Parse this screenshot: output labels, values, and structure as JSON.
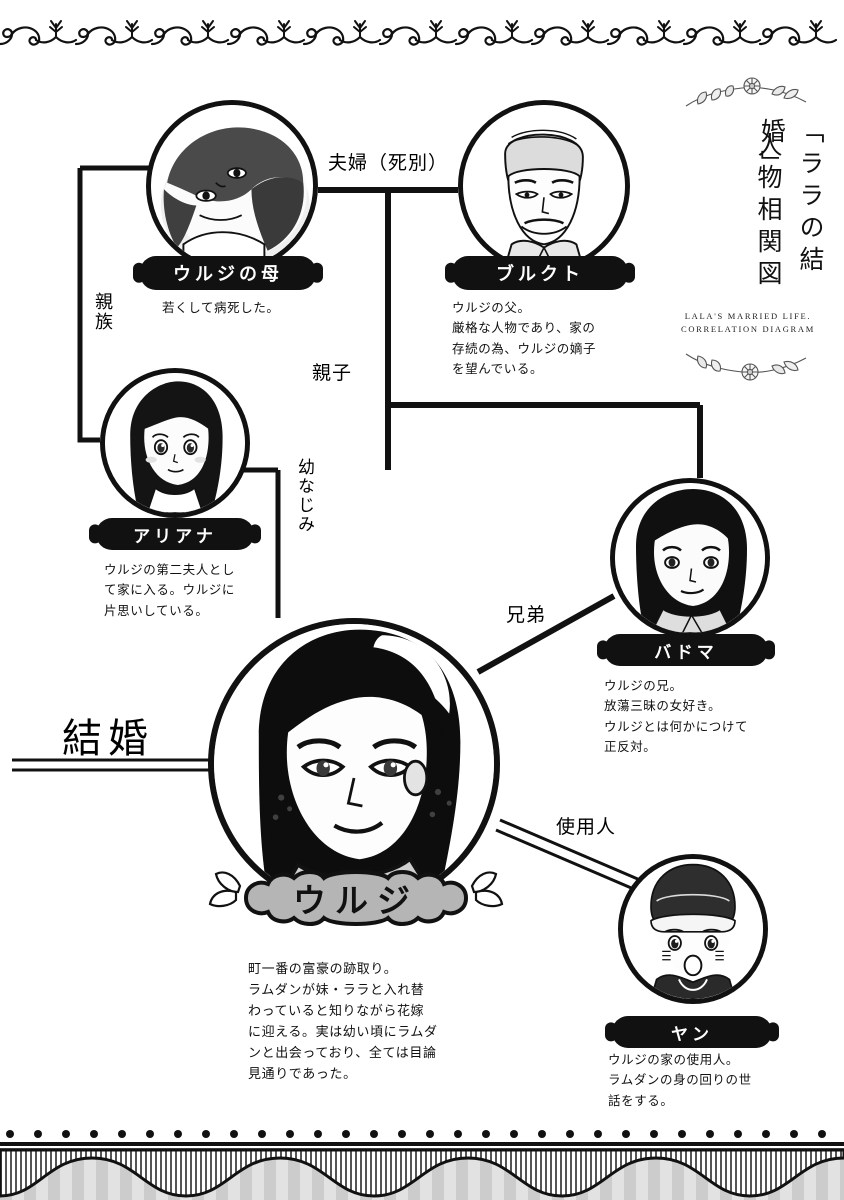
{
  "page": {
    "title_main_line1": "「ララの結婚」",
    "title_main_line2": "人物相関図",
    "title_sub": "LALA'S MARRIED LIFE.\nCORRELATION DIAGRAM"
  },
  "relations": {
    "couple": "夫婦（死別）",
    "kin": "親族",
    "parent_child": "親子",
    "childhood_friend": "幼なじみ",
    "marriage": "結婚",
    "siblings": "兄弟",
    "servant": "使用人"
  },
  "characters": [
    {
      "id": "mother",
      "name": "ウルジの母",
      "desc": "若くして病死した。"
    },
    {
      "id": "burukuto",
      "name": "ブルクト",
      "desc": "ウルジの父。\n厳格な人物であり、家の\n存続の為、ウルジの嫡子\nを望んでいる。"
    },
    {
      "id": "ariana",
      "name": "アリアナ",
      "desc": "ウルジの第二夫人とし\nて家に入る。ウルジに\n片思いしている。"
    },
    {
      "id": "badoma",
      "name": "バドマ",
      "desc": "ウルジの兄。\n放蕩三昧の女好き。\nウルジとは何かにつけて\n正反対。"
    },
    {
      "id": "urji",
      "name": "ウルジ",
      "desc": "町一番の富豪の跡取り。\nラムダンが妹・ララと入れ替\nわっていると知りながら花嫁\nに迎える。実は幼い頃にラムダ\nンと出会っており、全ては目論\n見通りであった。"
    },
    {
      "id": "yan",
      "name": "ヤン",
      "desc": "ウルジの家の使用人。\nラムダンの身の回りの世\n話をする。"
    }
  ],
  "colors": {
    "ink": "#111111",
    "paper": "#ffffff",
    "plate_bg": "#111111",
    "plate_text": "#ffffff",
    "hero_plate_bg": "#b5b5b5"
  }
}
